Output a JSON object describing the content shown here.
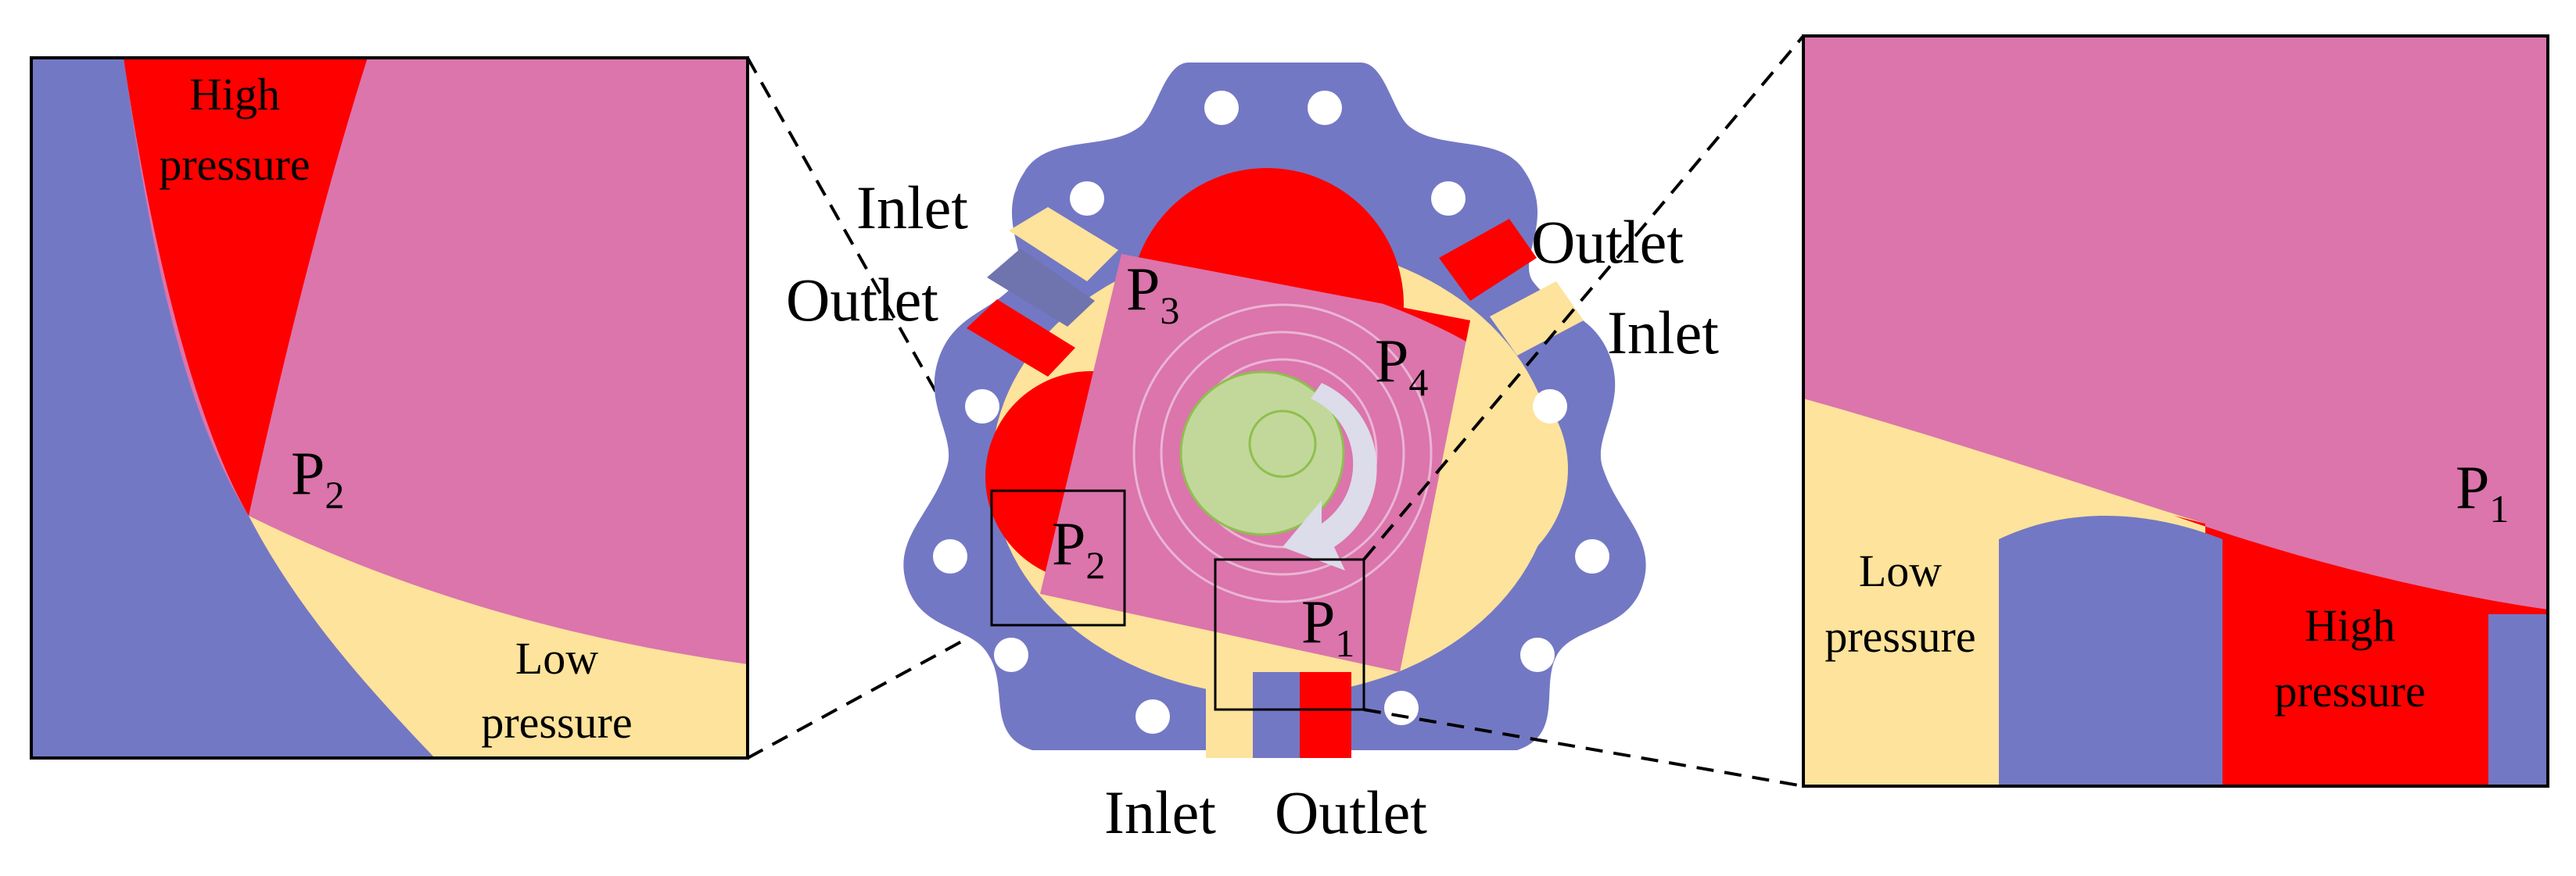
{
  "colors": {
    "housing": "#7378C4",
    "high_pressure": "#FF0000",
    "chamber": "#DB75AC",
    "low_pressure": "#FDE39B",
    "shaft": "#C2D89A",
    "arrow": "#DCDCEA",
    "dashed_line": "#000000"
  },
  "left_zoom": {
    "high_label_1": "High",
    "high_label_2": "pressure",
    "point_main": "P",
    "point_sub": "2",
    "low_label_1": "Low",
    "low_label_2": "pressure"
  },
  "right_zoom": {
    "point_main": "P",
    "point_sub": "1",
    "low_label_1": "Low",
    "low_label_2": "pressure",
    "high_label_1": "High",
    "high_label_2": "pressure"
  },
  "center": {
    "ports": {
      "upper_left_top": "Inlet",
      "upper_left_bottom": "Outlet",
      "upper_right_top": "Outlet",
      "upper_right_bottom": "Inlet",
      "bottom_left": "Inlet",
      "bottom_right": "Outlet"
    },
    "points": [
      {
        "main": "P",
        "sub": "3"
      },
      {
        "main": "P",
        "sub": "4"
      },
      {
        "main": "P",
        "sub": "2"
      },
      {
        "main": "P",
        "sub": "1"
      }
    ]
  }
}
